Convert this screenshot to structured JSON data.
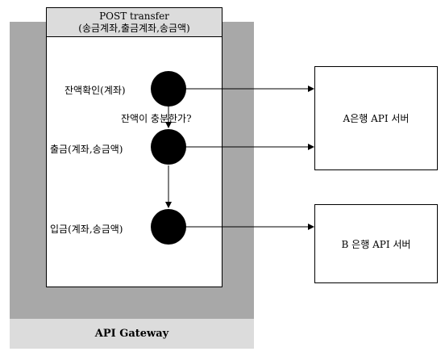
{
  "gateway": {
    "label": "API Gateway"
  },
  "transfer": {
    "title_line1": "POST transfer",
    "title_line2": "(송금계좌,출금계좌,송금액)"
  },
  "steps": {
    "check_balance": "잔액확인(계좌)",
    "balance_question": "잔액이 충분한가?",
    "withdraw": "출금(계좌,송금액)",
    "deposit": "입금(계좌,송금액)"
  },
  "servers": {
    "bank_a": "A은행 API 서버",
    "bank_b": "B 은행 API 서버"
  },
  "colors": {
    "gateway_fill": "#a8a8a8",
    "header_fill": "#dcdcdc",
    "node_fill": "#000000"
  }
}
